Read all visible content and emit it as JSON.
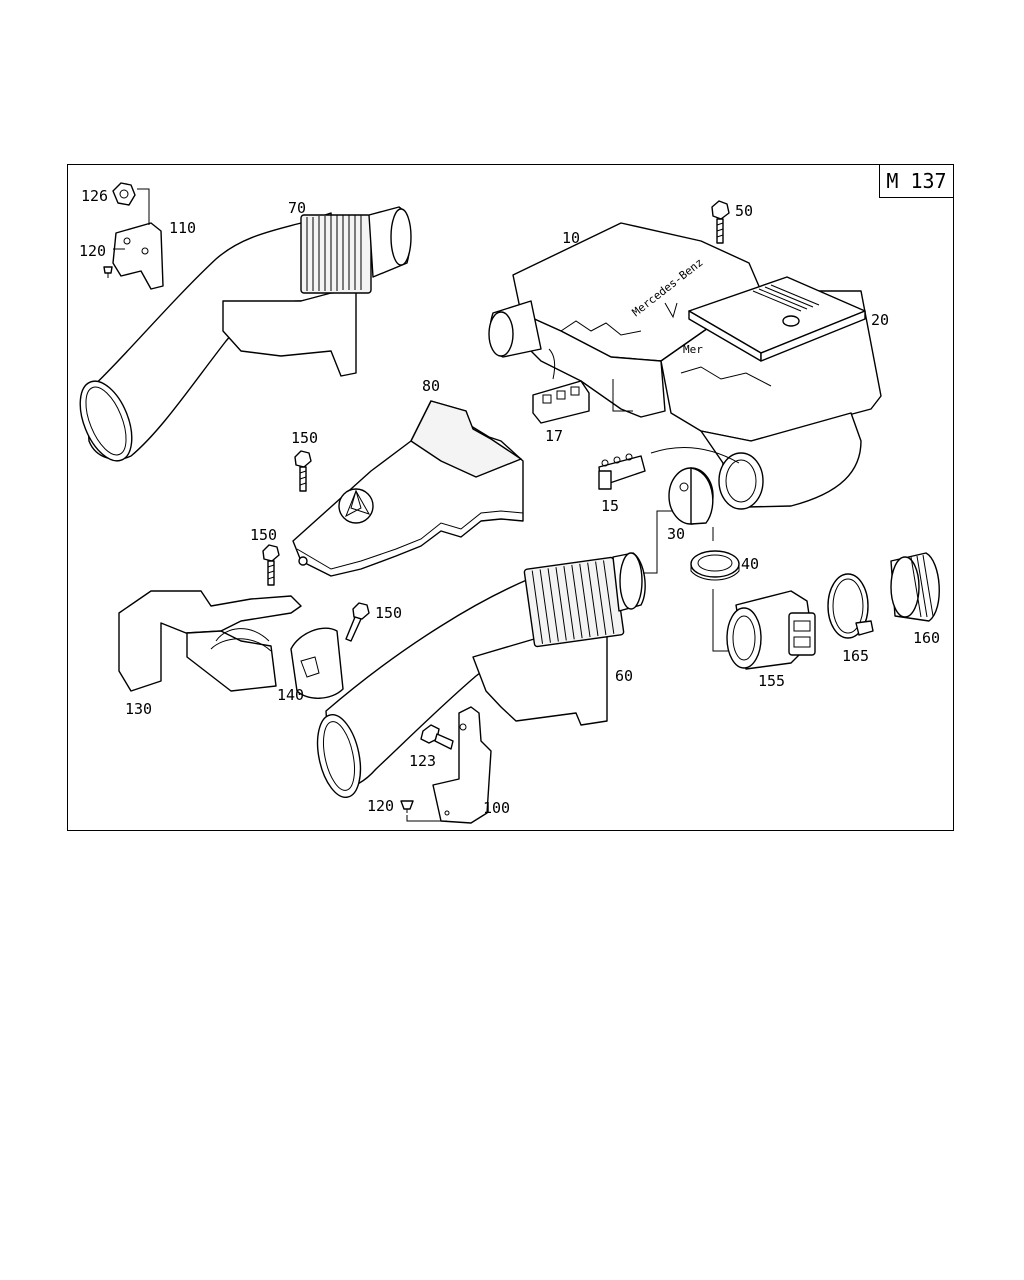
{
  "diagram": {
    "reference_code": "M 137",
    "callouts": [
      {
        "id": "10",
        "text": "10"
      },
      {
        "id": "15",
        "text": "15"
      },
      {
        "id": "17",
        "text": "17"
      },
      {
        "id": "20",
        "text": "20"
      },
      {
        "id": "30",
        "text": "30"
      },
      {
        "id": "40",
        "text": "40"
      },
      {
        "id": "50",
        "text": "50"
      },
      {
        "id": "60",
        "text": "60"
      },
      {
        "id": "70",
        "text": "70"
      },
      {
        "id": "80",
        "text": "80"
      },
      {
        "id": "100",
        "text": "100"
      },
      {
        "id": "110",
        "text": "110"
      },
      {
        "id": "120a",
        "text": "120"
      },
      {
        "id": "120b",
        "text": "120"
      },
      {
        "id": "123",
        "text": "123"
      },
      {
        "id": "126",
        "text": "126"
      },
      {
        "id": "130",
        "text": "130"
      },
      {
        "id": "140",
        "text": "140"
      },
      {
        "id": "150a",
        "text": "150"
      },
      {
        "id": "150b",
        "text": "150"
      },
      {
        "id": "150c",
        "text": "150"
      },
      {
        "id": "155",
        "text": "155"
      },
      {
        "id": "160",
        "text": "160"
      },
      {
        "id": "165",
        "text": "165"
      }
    ],
    "brand_marks": [
      "Mercedes-Benz",
      "Mer"
    ]
  }
}
